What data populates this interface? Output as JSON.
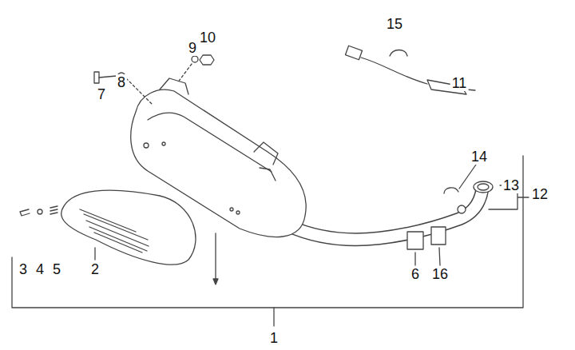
{
  "diagram": {
    "labels": [
      "15",
      "10",
      "9",
      "8",
      "7",
      "11",
      "14",
      "13",
      "12",
      "3",
      "4",
      "5",
      "2",
      "6",
      "16",
      "1"
    ]
  }
}
